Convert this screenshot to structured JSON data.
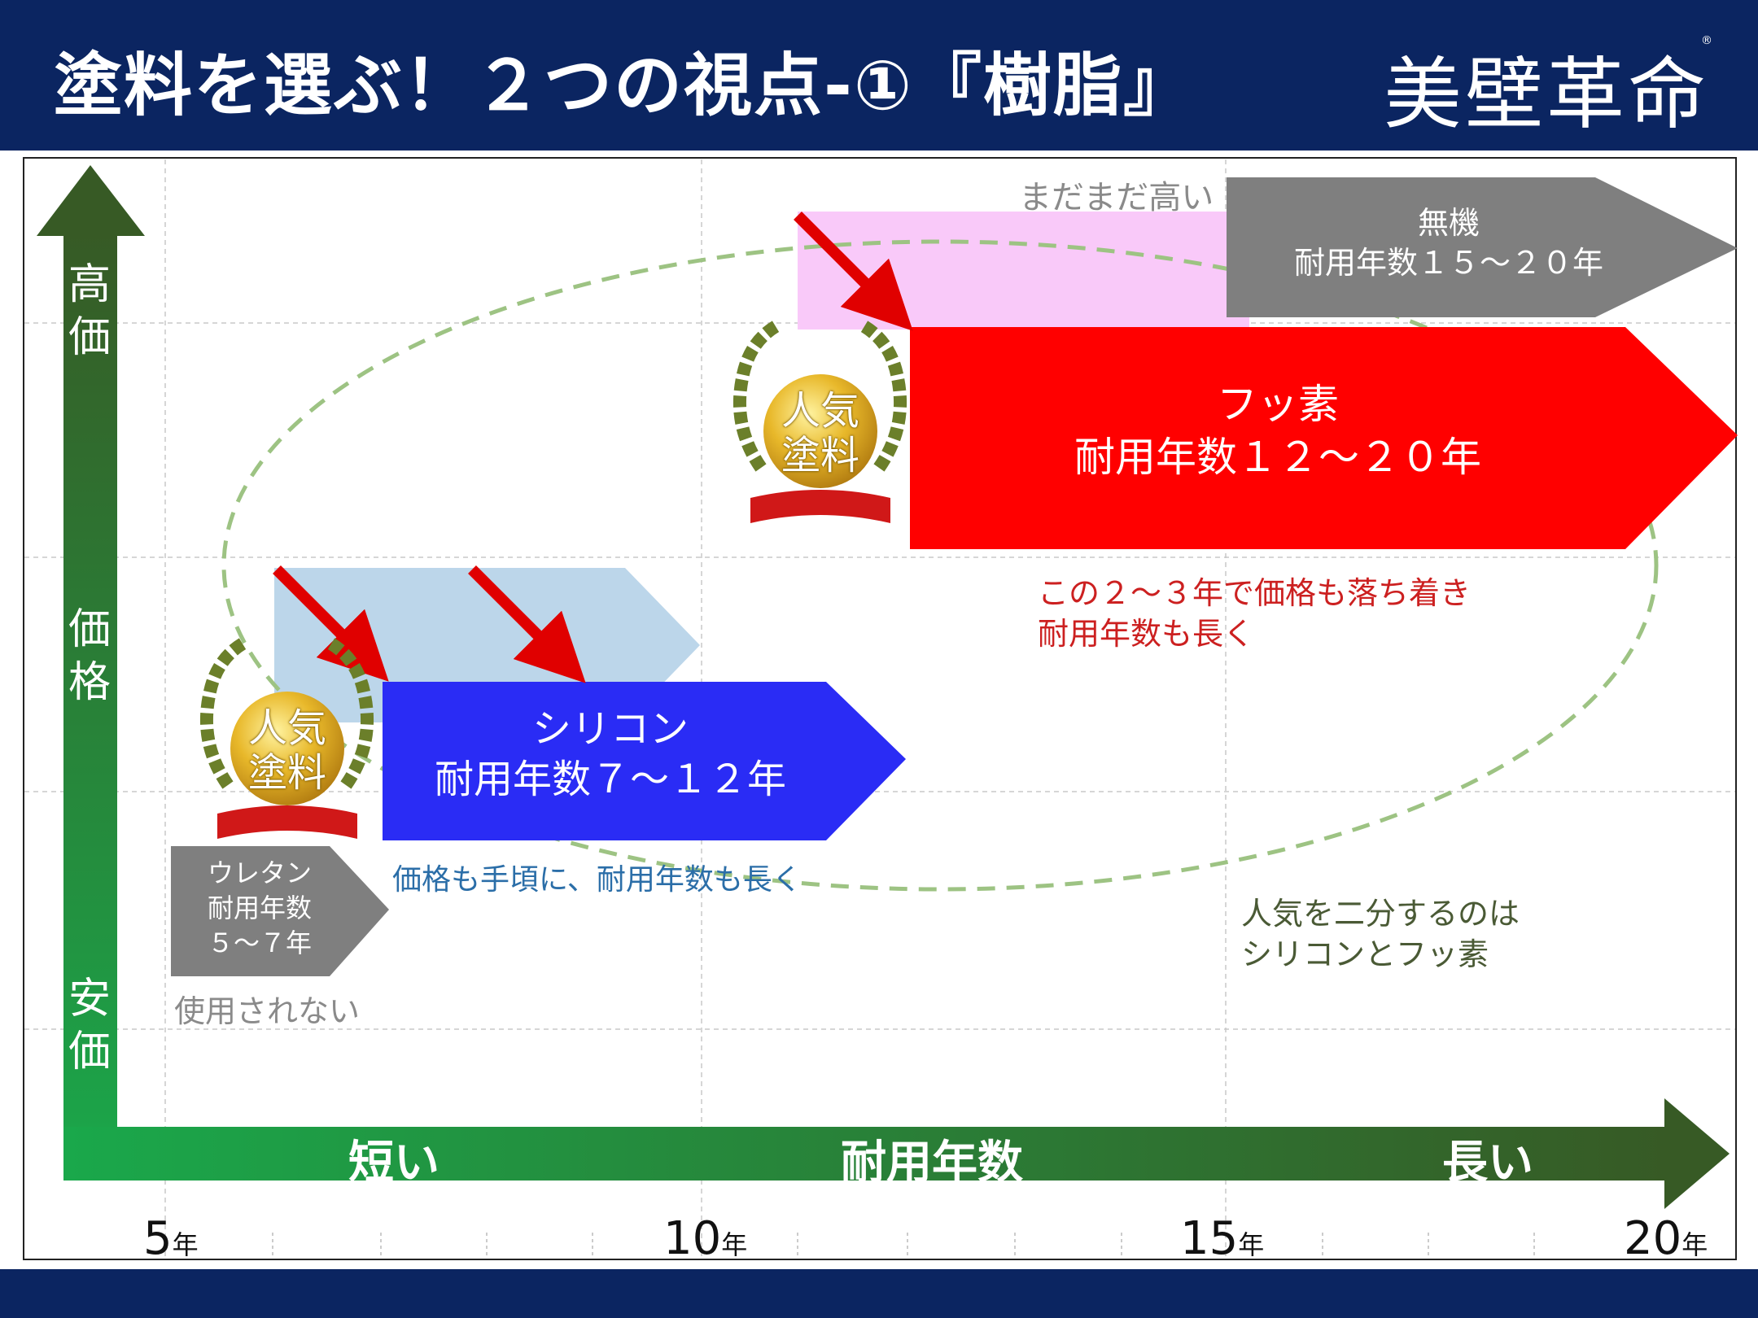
{
  "header": {
    "title": "塗料を選ぶ！２つの視点-①『樹脂』",
    "brand": "美壁革命",
    "brand_mark": "®"
  },
  "y_axis": {
    "high": "高価",
    "mid": "価格",
    "low": "安価"
  },
  "x_axis": {
    "short": "短い",
    "title": "耐用年数",
    "long": "長い",
    "ticks": [
      {
        "num": "5",
        "unit": "年"
      },
      {
        "num": "10",
        "unit": "年"
      },
      {
        "num": "15",
        "unit": "年"
      },
      {
        "num": "20",
        "unit": "年"
      }
    ]
  },
  "bars": {
    "urethane": {
      "name": "ウレタン",
      "line2": "耐用年数",
      "line3": "５～７年",
      "note": "使用されない"
    },
    "silicone": {
      "name": "シリコン",
      "years": "耐用年数７～１２年",
      "note": "価格も手頃に、耐用年数も長く"
    },
    "fluorine": {
      "name": "フッ素",
      "years": "耐用年数１２～２０年",
      "note1": "この２～３年で価格も落ち着き",
      "note2": "耐用年数も長く"
    },
    "inorganic": {
      "name": "無機",
      "years": "耐用年数１５～２０年",
      "note": "まだまだ高い"
    }
  },
  "medals": [
    {
      "line1": "人気",
      "line2": "塗料"
    },
    {
      "line1": "人気",
      "line2": "塗料"
    }
  ],
  "summary": {
    "line1": "人気を二分するのは",
    "line2": "シリコンとフッ素"
  },
  "colors": {
    "header_bg": "#0b2561",
    "axis_green_dark": "#375a25",
    "axis_green_light": "#1aa84b",
    "silicone": "#2a2cf5",
    "fluorine": "#ff0000",
    "gray_bar": "#7f7f7f",
    "pink_ghost": "#f9c9f9",
    "blue_ghost": "#bcd6ea",
    "note_red": "#cc2020",
    "note_blue": "#2b6ea8",
    "note_green": "#4a5a35"
  }
}
